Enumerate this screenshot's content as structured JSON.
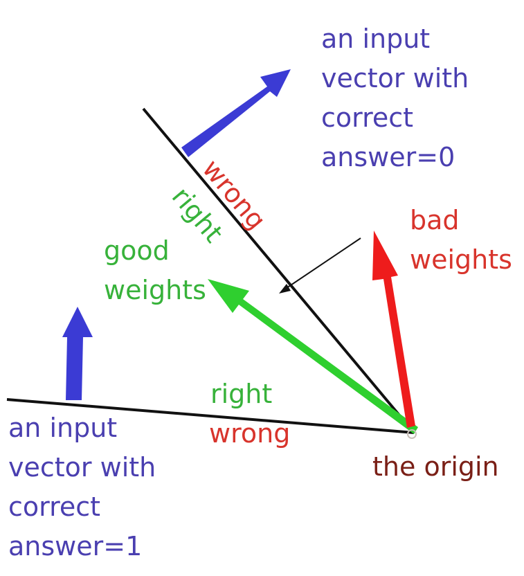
{
  "colors": {
    "input_vector": "#3b3bd4",
    "bad_weights": "#ee1c1c",
    "good_weights": "#2fcf2f",
    "plane_line": "#111111",
    "text_blue": "#4a3fb0",
    "text_red": "#d8342c",
    "text_green": "#37b23a",
    "text_maroon": "#7a1f16"
  },
  "labels": {
    "top_input": [
      "an input",
      "vector with",
      "correct",
      "answer=0"
    ],
    "bottom_input": [
      "an input",
      "vector with",
      "correct",
      "answer=1"
    ],
    "bad_weights": [
      "bad",
      "weights"
    ],
    "good_weights": [
      "good",
      "weights"
    ],
    "origin": "the origin",
    "diag_wrong": "wrong",
    "diag_right": "right",
    "horiz_right": "right",
    "horiz_wrong": "wrong"
  }
}
